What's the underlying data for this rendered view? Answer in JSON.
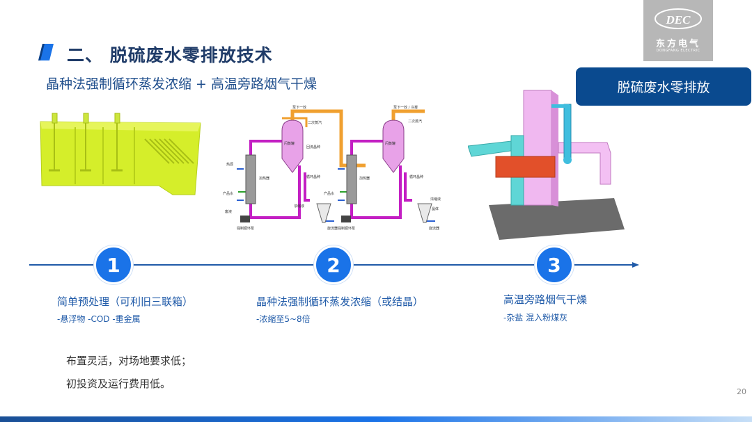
{
  "header": {
    "title": "二、 脱硫废水零排放技术",
    "subtitle": "晶种法强制循环蒸发浓缩 + 高温旁路烟气干燥"
  },
  "logo": {
    "mark": "DEC",
    "text": "东方电气",
    "sub": "DONGFANG ELECTRIC"
  },
  "banner": {
    "label": "脱硫废水零排放"
  },
  "steps": [
    {
      "number": "1",
      "title": "简单预处理（可利旧三联箱）",
      "detail": "-悬浮物  -COD  -重金属"
    },
    {
      "number": "2",
      "title": "晶种法强制循环蒸发浓缩（或结晶）",
      "detail": "-浓缩至5~8倍"
    },
    {
      "number": "3",
      "title": "高温旁路烟气干燥",
      "detail": "-杂盐 混入粉煤灰"
    }
  ],
  "notes": [
    "布置灵活，对场地要求低；",
    "初投资及运行费用低。"
  ],
  "diagram": {
    "labels": {
      "to_next_1": "至下一效",
      "to_next_2": "至下一效 / 冷凝",
      "secondary_steam": "二次蒸汽",
      "separator": "闪蒸罐",
      "steam": "热源",
      "heater": "加热器",
      "product_water": "产品水",
      "waste_water": "废液",
      "forced_pump": "强制循环泵",
      "circulating_seed": "循环晶种",
      "seed_return": "回流晶种",
      "concentrate": "浓缩液",
      "cyclone": "旋流器",
      "solids": "晶体"
    }
  },
  "page_number": "20",
  "colors": {
    "accent": "#1a73e8",
    "title": "#1f3b68",
    "banner": "#0a4a8f"
  }
}
